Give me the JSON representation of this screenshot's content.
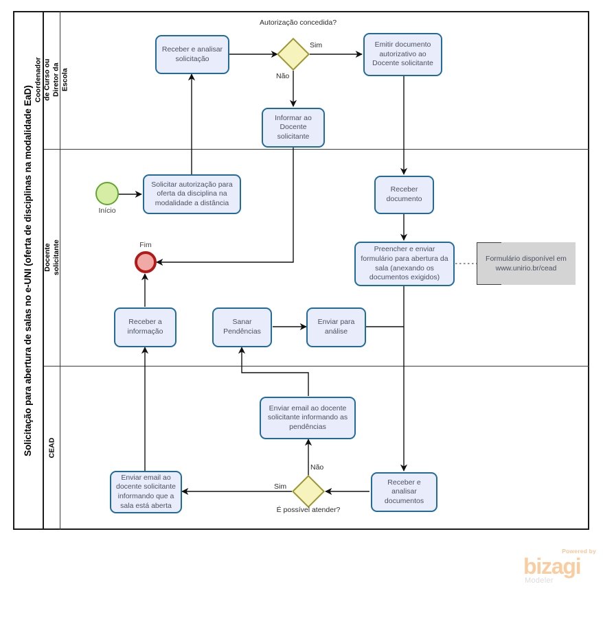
{
  "pool": {
    "title": "Solicitação para abertura de salas no e-UNI (oferta de disciplinas na modalidade EaD)",
    "lanes": [
      {
        "id": "coordenador",
        "label": "Coordenador de Curso ou Diretor da Escola"
      },
      {
        "id": "docente",
        "label": "Docente  solicitante"
      },
      {
        "id": "cead",
        "label": "CEAD"
      }
    ]
  },
  "events": {
    "start": {
      "label": "Início",
      "name": "start-event"
    },
    "end": {
      "label": "Fim",
      "name": "end-event"
    }
  },
  "tasks": {
    "receber_analisar_solicitacao": "Receber  e analisar solicitação",
    "emitir_documento": "Emitir documento autorizativo ao Docente solicitante",
    "informar_docente": "Informar ao Docente solicitante",
    "solicitar_autorizacao": "Solicitar autorização para oferta da disciplina na modalidade a distância",
    "receber_documento": "Receber documento",
    "preencher_enviar_formulario": "Preencher e enviar formulário para abertura da sala (anexando os documentos exigidos)",
    "receber_informacao": "Receber a informação",
    "sanar_pendencias": "Sanar Pendências",
    "enviar_analise": "Enviar para análise",
    "enviar_email_pendencias": "Enviar email ao docente solicitante informando as pendências",
    "enviar_email_sala_aberta": "Enviar email ao docente solicitante informando que a sala está aberta",
    "receber_analisar_documentos": "Receber e analisar documentos"
  },
  "gateways": {
    "autorizacao": {
      "label": "Autorização concedida?",
      "yes": "Sim",
      "no": "Não"
    },
    "possivel_atender": {
      "label": "É possível atender?",
      "yes": "Sim",
      "no": "Não"
    }
  },
  "annotations": {
    "formulario": "Formulário disponível em www.unirio.br/cead"
  },
  "branding": {
    "powered_by": "Powered by",
    "product": "bizagi",
    "edition": "Modeler"
  },
  "colors": {
    "task_fill": "#e9ecfb",
    "task_border": "#1f6b9c",
    "gateway_fill": "#f7f3bd",
    "gateway_border": "#9a9631",
    "start_fill": "#d5eda4",
    "start_border": "#61a72e",
    "end_fill": "#efaaa6",
    "end_border": "#b21a1a",
    "annotation_fill": "#d4d4d4",
    "flow_line": "#111111",
    "brand": "#f9cda0"
  }
}
